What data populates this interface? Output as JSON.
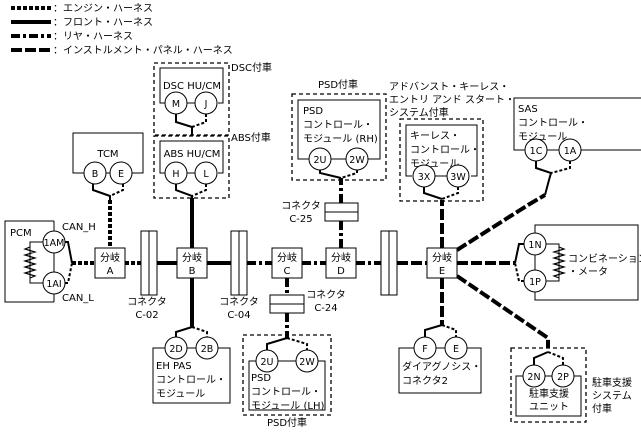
{
  "legend": [
    {
      "style": "engine",
      "label": "：エンジン・ハーネス"
    },
    {
      "style": "front",
      "label": "：フロント・ハーネス"
    },
    {
      "style": "rear",
      "label": "：リヤ・ハーネス"
    },
    {
      "style": "instrument",
      "label": "：インストルメント・パネル・ハーネス"
    }
  ],
  "junctions": {
    "A": {
      "line1": "分岐",
      "line2": "A"
    },
    "B": {
      "line1": "分岐",
      "line2": "B"
    },
    "C": {
      "line1": "分岐",
      "line2": "C"
    },
    "D": {
      "line1": "分岐",
      "line2": "D"
    },
    "E": {
      "line1": "分岐",
      "line2": "E"
    }
  },
  "connectors": {
    "c02": {
      "line1": "コネクタ",
      "line2": "C-02"
    },
    "c04": {
      "line1": "コネクタ",
      "line2": "C-04"
    },
    "c24": {
      "line1": "コネクタ",
      "line2": "C-24"
    },
    "c25": {
      "line1": "コネクタ",
      "line2": "C-25"
    }
  },
  "modules": {
    "pcm": {
      "name": "PCM",
      "pins": [
        "1AM",
        "1AI"
      ],
      "can_h": "CAN_H",
      "can_l": "CAN_L"
    },
    "tcm": {
      "name": "TCM",
      "pins": [
        "B",
        "E"
      ]
    },
    "dsc": {
      "name": "DSC HU/CM",
      "pins": [
        "M",
        "J"
      ],
      "option": "DSC付車"
    },
    "abs": {
      "name": "ABS HU/CM",
      "pins": [
        "H",
        "L"
      ],
      "option": "ABS付車"
    },
    "psd_rh": {
      "lines": [
        "PSD",
        "コントロール・",
        "モジュール (RH)"
      ],
      "pins": [
        "2U",
        "2W"
      ],
      "option": "PSD付車"
    },
    "keyless": {
      "lines": [
        "キーレス・",
        "コントロール・",
        "モジュール"
      ],
      "pins": [
        "3X",
        "3W"
      ],
      "option": [
        "アドバンスト・キーレス・",
        "エントリ アンド スタート・",
        "システム付車"
      ]
    },
    "sas": {
      "lines": [
        "SAS",
        "コントロール・",
        "モジュール"
      ],
      "pins": [
        "1C",
        "1A"
      ]
    },
    "meter": {
      "lines": [
        "コンビネーション",
        "・メータ"
      ],
      "pins": [
        "1N",
        "1P"
      ]
    },
    "ehpas": {
      "lines": [
        "EH PAS",
        "コントロール・",
        "モジュール"
      ],
      "pins": [
        "2D",
        "2B"
      ]
    },
    "psd_lh": {
      "lines": [
        "PSD",
        "コントロール・",
        "モジュール (LH)"
      ],
      "pins": [
        "2U",
        "2W"
      ],
      "option": "PSD付車"
    },
    "dlc": {
      "lines": [
        "ダイアグノシス・",
        "コネクタ2"
      ],
      "pins": [
        "F",
        "E"
      ]
    },
    "parking": {
      "lines": [
        "駐車支援",
        "ユニット"
      ],
      "pins": [
        "2N",
        "2P"
      ],
      "option": [
        "駐車支援",
        "システム",
        "付車"
      ]
    }
  }
}
